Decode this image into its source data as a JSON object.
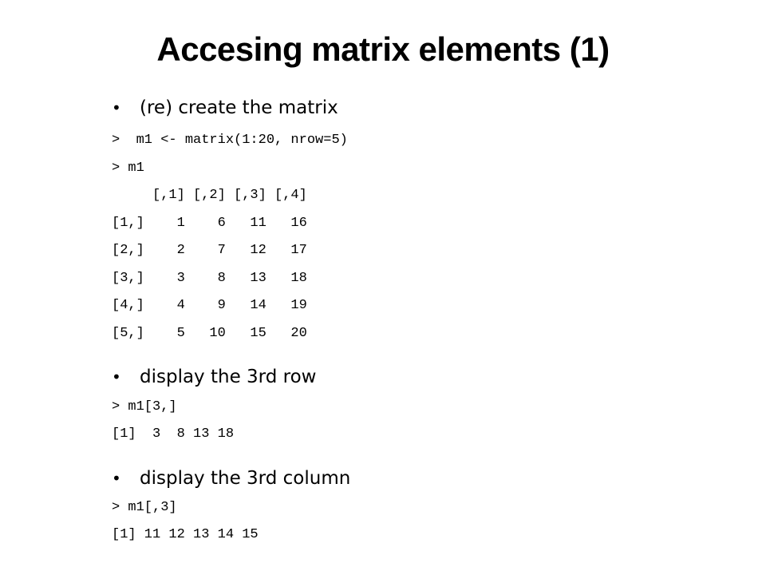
{
  "slide": {
    "title": "Accesing matrix elements (1)",
    "bullets": [
      {
        "text": "(re) create the matrix",
        "code": [
          ">  m1 <- matrix(1:20, nrow=5)",
          "> m1",
          "     [,1] [,2] [,3] [,4]",
          "[1,]    1    6   11   16",
          "[2,]    2    7   12   17",
          "[3,]    3    8   13   18",
          "[4,]    4    9   14   19",
          "[5,]    5   10   15   20"
        ]
      },
      {
        "text": "display the 3rd row",
        "code": [
          "> m1[3,]",
          "[1]  3  8 13 18"
        ]
      },
      {
        "text": "display the 3rd column",
        "code": [
          "> m1[,3]",
          "[1] 11 12 13 14 15"
        ]
      }
    ]
  }
}
